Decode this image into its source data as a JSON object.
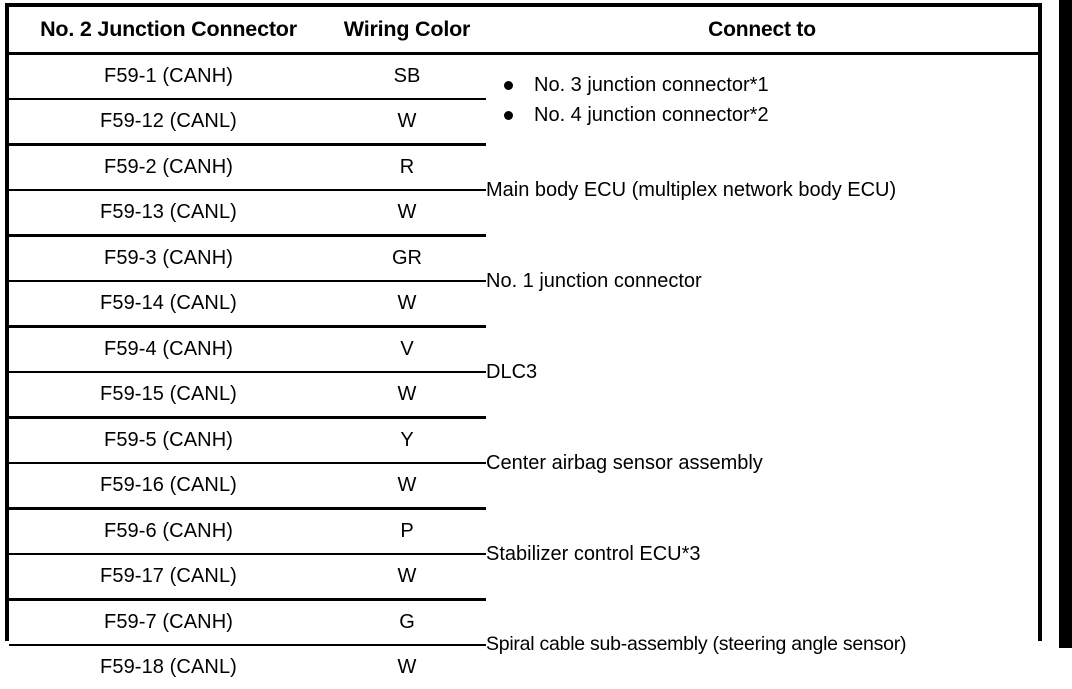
{
  "table": {
    "columns": [
      {
        "key": "connector",
        "label": "No. 2 Junction Connector"
      },
      {
        "key": "color",
        "label": "Wiring Color"
      },
      {
        "key": "connect",
        "label": "Connect to"
      }
    ],
    "groups": [
      {
        "id": "group-1",
        "rows": [
          {
            "terminal": "F59-1 (CANH)",
            "color": "SB"
          },
          {
            "terminal": "F59-12 (CANL)",
            "color": "W"
          }
        ],
        "connect_type": "bullets",
        "connect_bullets": [
          "No. 3 junction connector*1",
          "No. 4 junction connector*2"
        ],
        "connect": ""
      },
      {
        "id": "group-2",
        "rows": [
          {
            "terminal": "F59-2 (CANH)",
            "color": "R"
          },
          {
            "terminal": "F59-13 (CANL)",
            "color": "W"
          }
        ],
        "connect_type": "text",
        "connect": "Main body ECU (multiplex network body ECU)"
      },
      {
        "id": "group-3",
        "rows": [
          {
            "terminal": "F59-3 (CANH)",
            "color": "GR"
          },
          {
            "terminal": "F59-14 (CANL)",
            "color": "W"
          }
        ],
        "connect_type": "text",
        "connect": "No. 1 junction connector"
      },
      {
        "id": "group-4",
        "rows": [
          {
            "terminal": "F59-4 (CANH)",
            "color": "V"
          },
          {
            "terminal": "F59-15 (CANL)",
            "color": "W"
          }
        ],
        "connect_type": "text",
        "connect": "DLC3"
      },
      {
        "id": "group-5",
        "rows": [
          {
            "terminal": "F59-5 (CANH)",
            "color": "Y"
          },
          {
            "terminal": "F59-16 (CANL)",
            "color": "W"
          }
        ],
        "connect_type": "text",
        "connect": "Center airbag sensor assembly"
      },
      {
        "id": "group-6",
        "rows": [
          {
            "terminal": "F59-6 (CANH)",
            "color": "P"
          },
          {
            "terminal": "F59-17 (CANL)",
            "color": "W"
          }
        ],
        "connect_type": "text",
        "connect": "Stabilizer control ECU*3"
      },
      {
        "id": "group-7",
        "rows": [
          {
            "terminal": "F59-7 (CANH)",
            "color": "G"
          },
          {
            "terminal": "F59-18 (CANL)",
            "color": "W"
          }
        ],
        "connect_type": "text",
        "connect": "Spiral cable sub-assembly (steering angle sensor)"
      }
    ]
  },
  "colors": {
    "ink": "#000000",
    "paper": "#ffffff"
  }
}
